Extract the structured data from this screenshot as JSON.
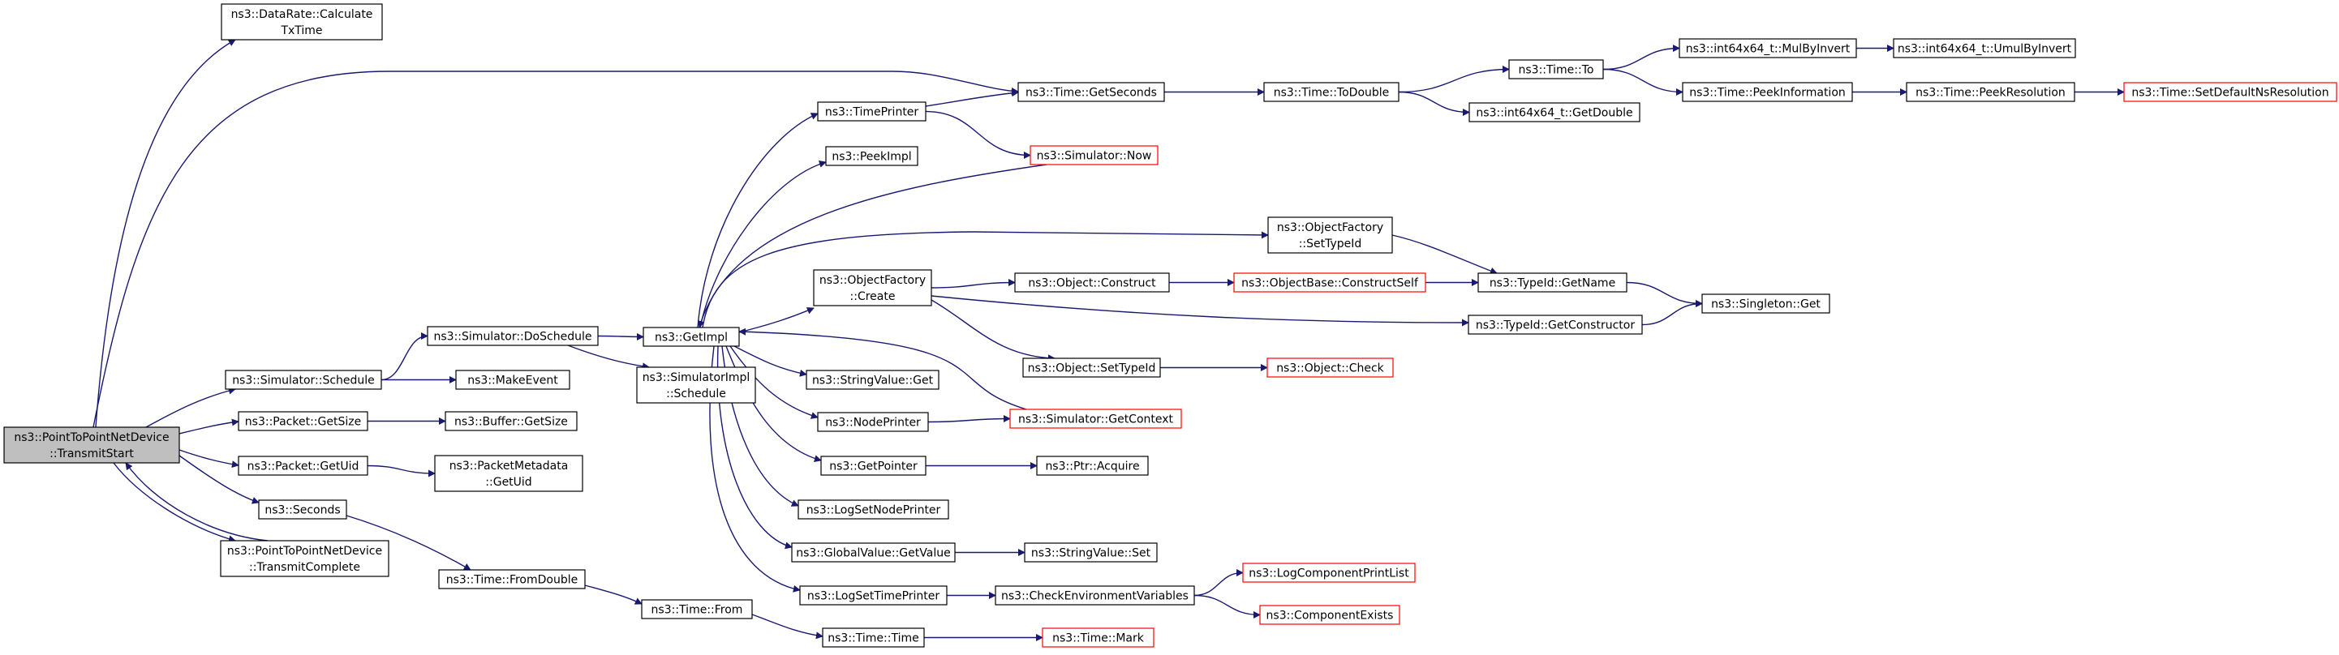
{
  "colors": {
    "edge": "#191970",
    "node_border": "#000000",
    "truncated_border": "#ff0000",
    "root_fill": "#bfbfbf",
    "node_fill": "#ffffff",
    "text": "#000000"
  },
  "nodes": [
    {
      "id": "root",
      "lines": [
        "ns3::PointToPointNetDevice",
        "::TransmitStart"
      ],
      "style": "root"
    },
    {
      "id": "dr",
      "lines": [
        "ns3::DataRate::Calculate",
        "TxTime"
      ],
      "style": "normal"
    },
    {
      "id": "getsec",
      "lines": [
        "ns3::Time::GetSeconds"
      ],
      "style": "normal"
    },
    {
      "id": "todouble",
      "lines": [
        "ns3::Time::ToDouble"
      ],
      "style": "normal"
    },
    {
      "id": "timeto",
      "lines": [
        "ns3::Time::To"
      ],
      "style": "normal"
    },
    {
      "id": "mulinv",
      "lines": [
        "ns3::int64x64_t::MulByInvert"
      ],
      "style": "normal"
    },
    {
      "id": "umulinv",
      "lines": [
        "ns3::int64x64_t::UmulByInvert"
      ],
      "style": "normal"
    },
    {
      "id": "getdouble",
      "lines": [
        "ns3::int64x64_t::GetDouble"
      ],
      "style": "normal"
    },
    {
      "id": "peekinfo",
      "lines": [
        "ns3::Time::PeekInformation"
      ],
      "style": "normal"
    },
    {
      "id": "peekres",
      "lines": [
        "ns3::Time::PeekResolution"
      ],
      "style": "normal"
    },
    {
      "id": "setdefres",
      "lines": [
        "ns3::Time::SetDefaultNsResolution"
      ],
      "style": "truncated"
    },
    {
      "id": "timeprinter",
      "lines": [
        "ns3::TimePrinter"
      ],
      "style": "normal"
    },
    {
      "id": "peekimpl",
      "lines": [
        "ns3::PeekImpl"
      ],
      "style": "normal"
    },
    {
      "id": "simnow",
      "lines": [
        "ns3::Simulator::Now"
      ],
      "style": "truncated"
    },
    {
      "id": "ofsettype",
      "lines": [
        "ns3::ObjectFactory",
        "::SetTypeId"
      ],
      "style": "normal"
    },
    {
      "id": "ofcreate",
      "lines": [
        "ns3::ObjectFactory",
        "::Create"
      ],
      "style": "normal"
    },
    {
      "id": "objconstruct",
      "lines": [
        "ns3::Object::Construct"
      ],
      "style": "normal"
    },
    {
      "id": "obconstructself",
      "lines": [
        "ns3::ObjectBase::ConstructSelf"
      ],
      "style": "truncated"
    },
    {
      "id": "typeidgetname",
      "lines": [
        "ns3::TypeId::GetName"
      ],
      "style": "normal"
    },
    {
      "id": "singleton",
      "lines": [
        "ns3::Singleton::Get"
      ],
      "style": "normal"
    },
    {
      "id": "getctor",
      "lines": [
        "ns3::TypeId::GetConstructor"
      ],
      "style": "normal"
    },
    {
      "id": "objsettype",
      "lines": [
        "ns3::Object::SetTypeId"
      ],
      "style": "normal"
    },
    {
      "id": "objcheck",
      "lines": [
        "ns3::Object::Check"
      ],
      "style": "truncated"
    },
    {
      "id": "simschedule",
      "lines": [
        "ns3::Simulator::Schedule"
      ],
      "style": "normal"
    },
    {
      "id": "dosched",
      "lines": [
        "ns3::Simulator::DoSchedule"
      ],
      "style": "normal"
    },
    {
      "id": "getimpl",
      "lines": [
        "ns3::GetImpl"
      ],
      "style": "normal"
    },
    {
      "id": "simimplsched",
      "lines": [
        "ns3::SimulatorImpl",
        "::Schedule"
      ],
      "style": "normal"
    },
    {
      "id": "makeevent",
      "lines": [
        "ns3::MakeEvent"
      ],
      "style": "normal"
    },
    {
      "id": "strvalget",
      "lines": [
        "ns3::StringValue::Get"
      ],
      "style": "normal"
    },
    {
      "id": "nodeprinter",
      "lines": [
        "ns3::NodePrinter"
      ],
      "style": "normal"
    },
    {
      "id": "getcontext",
      "lines": [
        "ns3::Simulator::GetContext"
      ],
      "style": "truncated"
    },
    {
      "id": "getpointer",
      "lines": [
        "ns3::GetPointer"
      ],
      "style": "normal"
    },
    {
      "id": "ptracquire",
      "lines": [
        "ns3::Ptr::Acquire"
      ],
      "style": "normal"
    },
    {
      "id": "logsetnode",
      "lines": [
        "ns3::LogSetNodePrinter"
      ],
      "style": "normal"
    },
    {
      "id": "gvgetvalue",
      "lines": [
        "ns3::GlobalValue::GetValue"
      ],
      "style": "normal"
    },
    {
      "id": "strvalset",
      "lines": [
        "ns3::StringValue::Set"
      ],
      "style": "normal"
    },
    {
      "id": "logsettime",
      "lines": [
        "ns3::LogSetTimePrinter"
      ],
      "style": "normal"
    },
    {
      "id": "checkenv",
      "lines": [
        "ns3::CheckEnvironmentVariables"
      ],
      "style": "normal"
    },
    {
      "id": "logcompprint",
      "lines": [
        "ns3::LogComponentPrintList"
      ],
      "style": "truncated"
    },
    {
      "id": "compexists",
      "lines": [
        "ns3::ComponentExists"
      ],
      "style": "truncated"
    },
    {
      "id": "pktgetsize",
      "lines": [
        "ns3::Packet::GetSize"
      ],
      "style": "normal"
    },
    {
      "id": "bufgetsize",
      "lines": [
        "ns3::Buffer::GetSize"
      ],
      "style": "normal"
    },
    {
      "id": "pktgetuid",
      "lines": [
        "ns3::Packet::GetUid"
      ],
      "style": "normal"
    },
    {
      "id": "pmgetuid",
      "lines": [
        "ns3::PacketMetadata",
        "::GetUid"
      ],
      "style": "normal"
    },
    {
      "id": "seconds",
      "lines": [
        "ns3::Seconds"
      ],
      "style": "normal"
    },
    {
      "id": "txcomplete",
      "lines": [
        "ns3::PointToPointNetDevice",
        "::TransmitComplete"
      ],
      "style": "normal"
    },
    {
      "id": "fromdouble",
      "lines": [
        "ns3::Time::FromDouble"
      ],
      "style": "normal"
    },
    {
      "id": "timefrom",
      "lines": [
        "ns3::Time::From"
      ],
      "style": "normal"
    },
    {
      "id": "timetime",
      "lines": [
        "ns3::Time::Time"
      ],
      "style": "normal"
    },
    {
      "id": "timemark",
      "lines": [
        "ns3::Time::Mark"
      ],
      "style": "truncated"
    }
  ],
  "edges": [
    [
      "root",
      "dr"
    ],
    [
      "root",
      "getsec"
    ],
    [
      "root",
      "simschedule"
    ],
    [
      "root",
      "pktgetsize"
    ],
    [
      "root",
      "pktgetuid"
    ],
    [
      "root",
      "seconds"
    ],
    [
      "root",
      "txcomplete"
    ],
    [
      "txcomplete",
      "root"
    ],
    [
      "getsec",
      "todouble"
    ],
    [
      "todouble",
      "timeto"
    ],
    [
      "todouble",
      "getdouble"
    ],
    [
      "timeto",
      "mulinv"
    ],
    [
      "timeto",
      "peekinfo"
    ],
    [
      "mulinv",
      "umulinv"
    ],
    [
      "peekinfo",
      "peekres"
    ],
    [
      "peekres",
      "setdefres"
    ],
    [
      "simschedule",
      "dosched"
    ],
    [
      "simschedule",
      "makeevent"
    ],
    [
      "dosched",
      "getimpl"
    ],
    [
      "dosched",
      "simimplsched"
    ],
    [
      "getimpl",
      "timeprinter"
    ],
    [
      "getimpl",
      "peekimpl"
    ],
    [
      "getimpl",
      "ofsettype"
    ],
    [
      "getimpl",
      "ofcreate"
    ],
    [
      "getimpl",
      "strvalget"
    ],
    [
      "getimpl",
      "nodeprinter"
    ],
    [
      "getimpl",
      "getpointer"
    ],
    [
      "getimpl",
      "logsetnode"
    ],
    [
      "getimpl",
      "gvgetvalue"
    ],
    [
      "getimpl",
      "logsettime"
    ],
    [
      "timeprinter",
      "getsec"
    ],
    [
      "timeprinter",
      "simnow"
    ],
    [
      "simnow",
      "getimpl"
    ],
    [
      "ofsettype",
      "typeidgetname"
    ],
    [
      "ofcreate",
      "objconstruct"
    ],
    [
      "ofcreate",
      "getctor"
    ],
    [
      "ofcreate",
      "objsettype"
    ],
    [
      "objconstruct",
      "obconstructself"
    ],
    [
      "obconstructself",
      "typeidgetname"
    ],
    [
      "typeidgetname",
      "singleton"
    ],
    [
      "getctor",
      "singleton"
    ],
    [
      "objsettype",
      "objcheck"
    ],
    [
      "nodeprinter",
      "getcontext"
    ],
    [
      "getcontext",
      "getimpl"
    ],
    [
      "getpointer",
      "ptracquire"
    ],
    [
      "gvgetvalue",
      "strvalset"
    ],
    [
      "logsettime",
      "checkenv"
    ],
    [
      "checkenv",
      "logcompprint"
    ],
    [
      "checkenv",
      "compexists"
    ],
    [
      "pktgetsize",
      "bufgetsize"
    ],
    [
      "pktgetuid",
      "pmgetuid"
    ],
    [
      "seconds",
      "fromdouble"
    ],
    [
      "fromdouble",
      "timefrom"
    ],
    [
      "timefrom",
      "timetime"
    ],
    [
      "timetime",
      "timemark"
    ]
  ]
}
